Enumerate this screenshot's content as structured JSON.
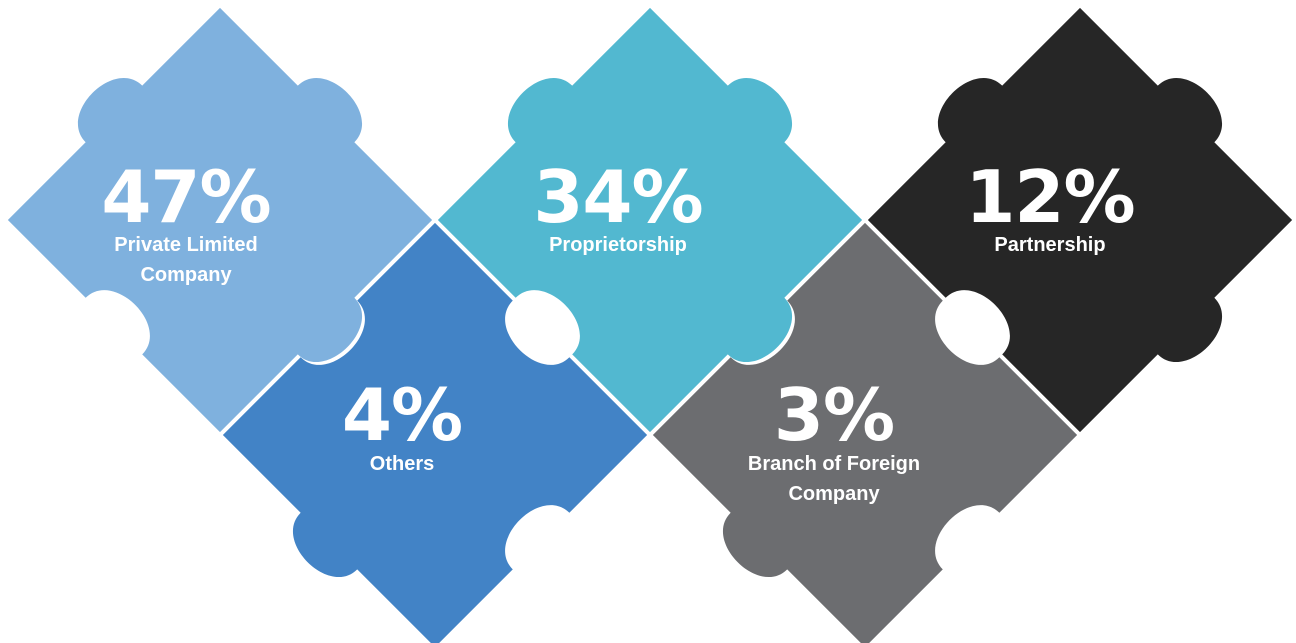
{
  "pieces": [
    {
      "id": "private-limited",
      "percent": "47%",
      "label_lines": [
        "Private Limited",
        "Company"
      ],
      "color": "#7fb1de"
    },
    {
      "id": "proprietorship",
      "percent": "34%",
      "label_lines": [
        "Proprietorship"
      ],
      "color": "#52b8d0"
    },
    {
      "id": "partnership",
      "percent": "12%",
      "label_lines": [
        "Partnership"
      ],
      "color": "#262626"
    },
    {
      "id": "others",
      "percent": "4%",
      "label_lines": [
        "Others"
      ],
      "color": "#4283c6"
    },
    {
      "id": "branch-foreign",
      "percent": "3%",
      "label_lines": [
        "Branch of Foreign",
        "Company"
      ],
      "color": "#6c6d70"
    }
  ]
}
